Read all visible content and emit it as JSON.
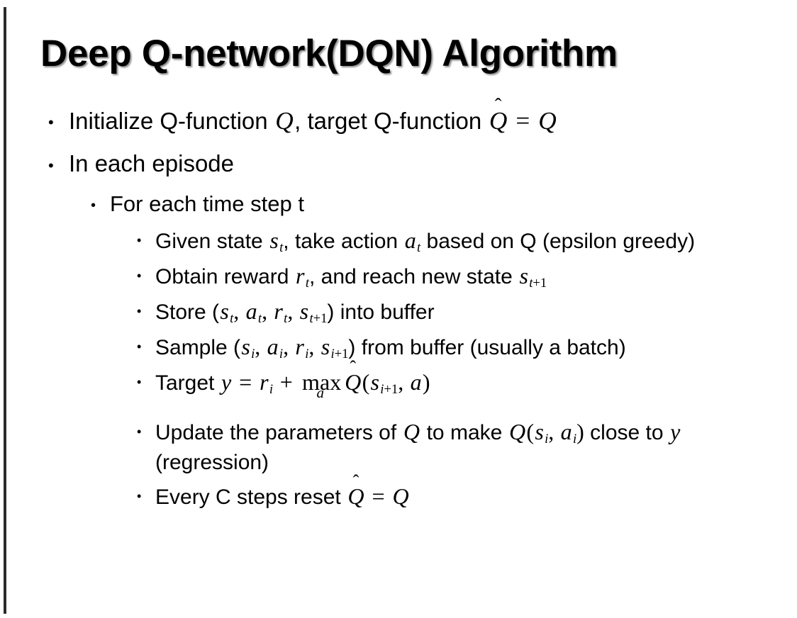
{
  "slide": {
    "title": "Deep Q-network(DQN) Algorithm",
    "background_color": "#ffffff",
    "text_color": "#000000",
    "edge_stripe_color": "#2b2b2b",
    "bullet_glyph": "•"
  },
  "content": {
    "l1_initialize": {
      "pre": "Initialize Q-function ",
      "var_q": "Q",
      "mid": ", target Q-function ",
      "hat_base": "Q",
      "hat_mark": "̂",
      "equals": " = ",
      "var_q2": "Q"
    },
    "l1_episode": {
      "text": "In each episode"
    },
    "l2_timestep": {
      "text": "For each time step t"
    },
    "l3_given_state": {
      "pre": "Given state ",
      "s": "s",
      "s_sub": "t",
      "mid1": ", take action ",
      "a": "a",
      "a_sub": "t",
      "post": " based on Q (epsilon greedy)"
    },
    "l3_obtain_reward": {
      "pre": "Obtain reward ",
      "r": "r",
      "r_sub": "t",
      "mid": ", and reach new state ",
      "s": "s",
      "s_sub_var": "t",
      "s_sub_upr": "+1"
    },
    "l3_store": {
      "pre": "Store (",
      "s1": "s",
      "s1_sub": "t",
      "sep1": ", ",
      "a1": "a",
      "a1_sub": "t",
      "sep2": ", ",
      "r1": "r",
      "r1_sub": "t",
      "sep3": ", ",
      "s2": "s",
      "s2_sub_var": "t",
      "s2_sub_upr": "+1",
      "post": ") into buffer"
    },
    "l3_sample": {
      "pre": "Sample (",
      "s1": "s",
      "s1_sub": "i",
      "sep1": ", ",
      "a1": "a",
      "a1_sub": "i",
      "sep2": ", ",
      "r1": "r",
      "r1_sub": "i",
      "sep3": ", ",
      "s2": "s",
      "s2_sub_var": "i",
      "s2_sub_upr": "+1",
      "post": ") from buffer (usually a batch)"
    },
    "l3_target": {
      "pre": "Target ",
      "y": "y",
      "eq": " = ",
      "r": "r",
      "r_sub": "i",
      "plus": " + ",
      "op_main": "max",
      "op_under": "a",
      "hat_base": "Q",
      "hat_mark": "̂",
      "open": "(",
      "s": "s",
      "s_sub_var": "i",
      "s_sub_upr": "+1",
      "comma": ", ",
      "a": "a",
      "close": ")"
    },
    "l3_update": {
      "pre": "Update the parameters of ",
      "q1": "Q",
      "mid1": " to make ",
      "q2": "Q",
      "open": "(",
      "s": "s",
      "s_sub": "i",
      "comma": ", ",
      "a": "a",
      "a_sub": "i",
      "close": ")",
      "mid2": " close to ",
      "y": "y",
      "post": " (regression)"
    },
    "l3_reset": {
      "pre": "Every C steps reset ",
      "hat_base": "Q",
      "hat_mark": "̂",
      "eq": " = ",
      "q": "Q"
    }
  }
}
